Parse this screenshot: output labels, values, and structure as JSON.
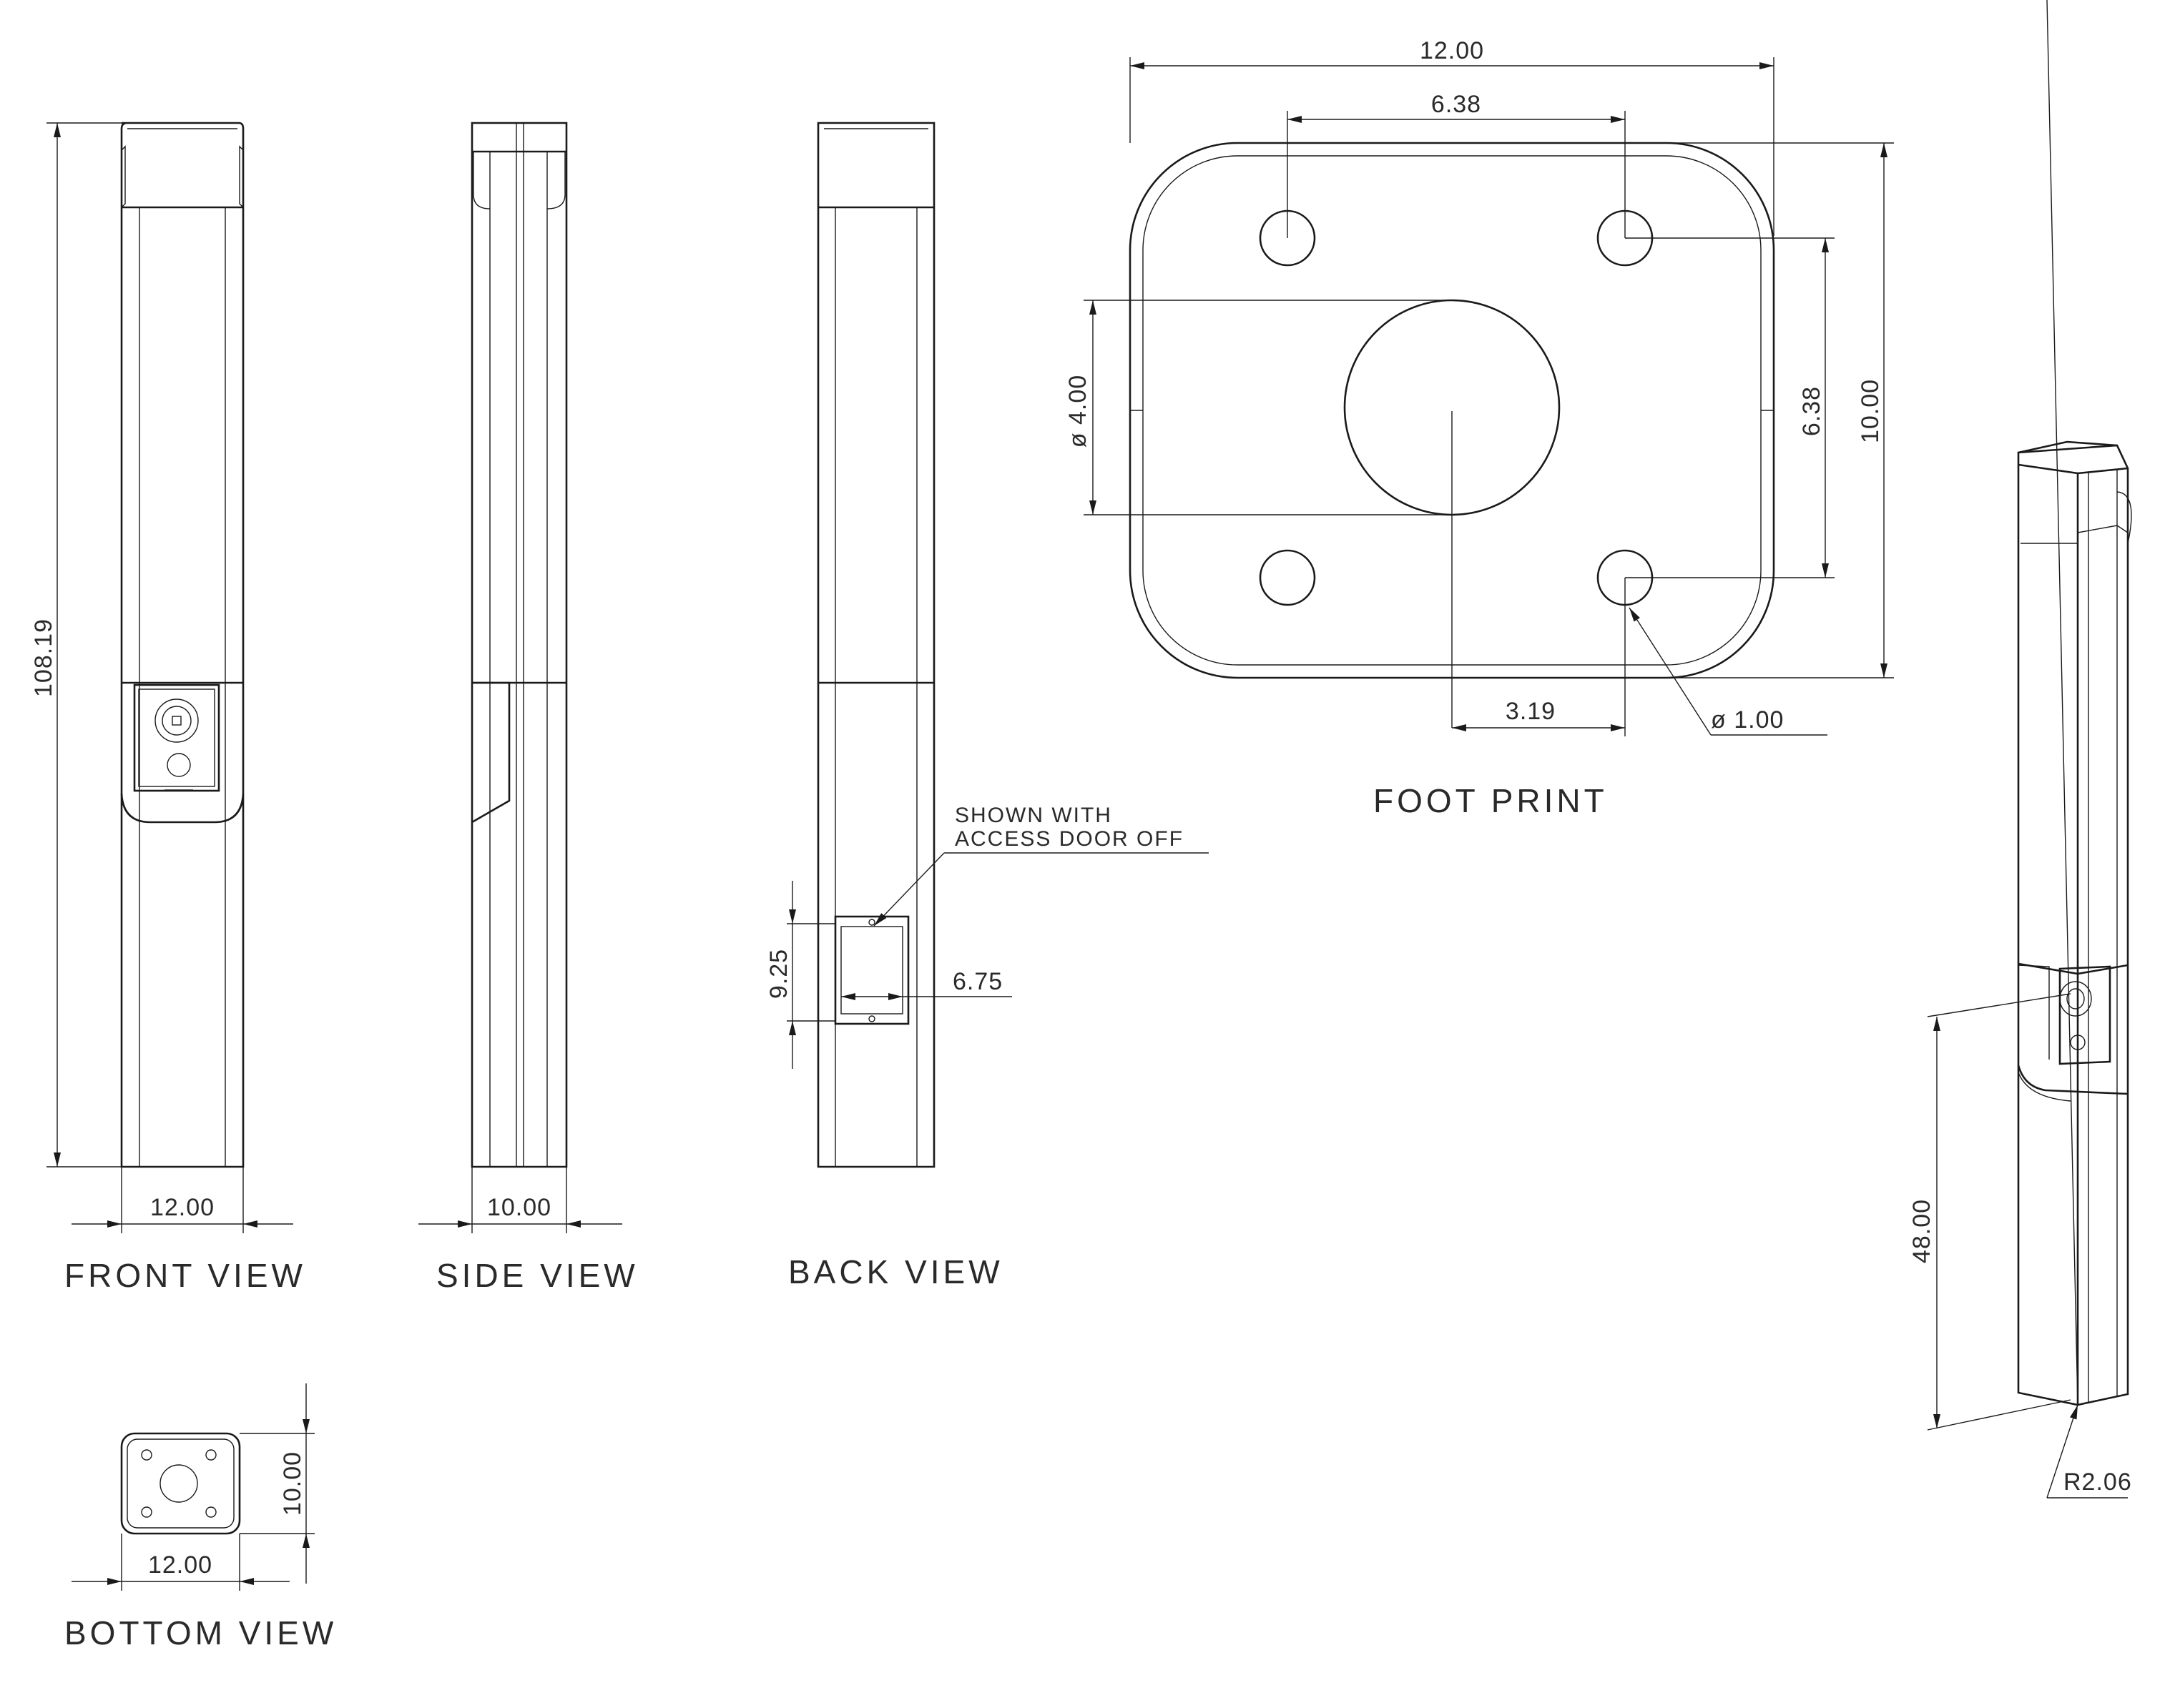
{
  "views": {
    "front": "FRONT VIEW",
    "side": "SIDE VIEW",
    "back": "BACK VIEW",
    "bottom": "BOTTOM VIEW",
    "footprint": "FOOT PRINT"
  },
  "notes": {
    "access_line1": "SHOWN WITH",
    "access_line2": "ACCESS DOOR OFF"
  },
  "dimensions": {
    "front_height": "108.19",
    "front_width": "12.00",
    "side_width": "10.00",
    "access_height": "9.25",
    "access_width": "6.75",
    "bottom_height": "10.00",
    "bottom_width": "12.00",
    "fp_width": "12.00",
    "fp_hole_spacing_x": "6.38",
    "fp_center_diameter": "ø 4.00",
    "fp_hole_spacing_y": "6.38",
    "fp_height": "10.00",
    "fp_offset": "3.19",
    "fp_hole_diameter": "ø 1.00",
    "iso_height": "48.00",
    "iso_radius": "R2.06"
  }
}
